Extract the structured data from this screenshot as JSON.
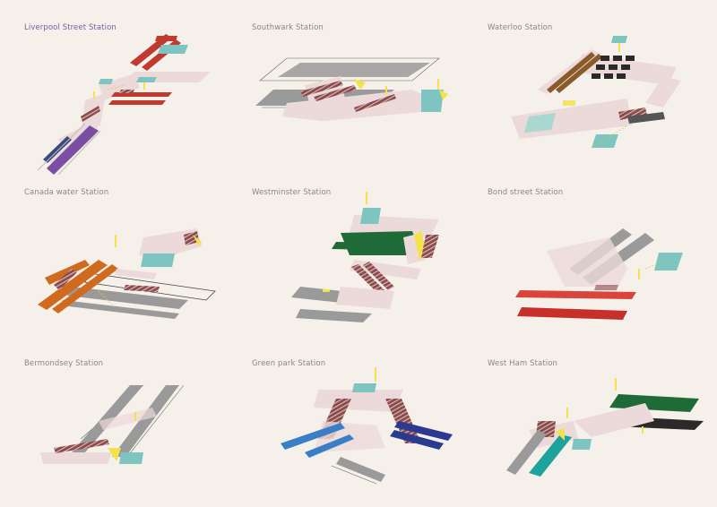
{
  "stations": [
    {
      "id": "liverpool",
      "title": "Liverpool Street Station",
      "active": true
    },
    {
      "id": "southwark",
      "title": "Southwark Station",
      "active": false
    },
    {
      "id": "waterloo",
      "title": "Waterloo Station",
      "active": false
    },
    {
      "id": "canada",
      "title": "Canada water Station",
      "active": false
    },
    {
      "id": "westminster",
      "title": "Westminster Station",
      "active": false
    },
    {
      "id": "bond",
      "title": "Bond street Station",
      "active": false
    },
    {
      "id": "bermondsey",
      "title": "Bermondsey Station",
      "active": false
    },
    {
      "id": "greenpark",
      "title": "Green park Station",
      "active": false
    },
    {
      "id": "westham",
      "title": "West Ham Station",
      "active": false
    }
  ],
  "colors": {
    "background": "#f5f1ea",
    "concourse": "#ecd9d9",
    "escalator": "#8a4a4a",
    "platform_grey": "#9a9a9a",
    "lift_yellow": "#f3e24a",
    "ticket_teal": "#7ec4c0",
    "central_red": "#c03a30",
    "elizabeth_purple": "#7a4fa3",
    "bakerloo_brown": "#8a5a2a",
    "overground_orange": "#d06a1f",
    "district_green": "#1f6b38",
    "piccadilly_blue": "#2a3a90",
    "victoria_blue": "#3a7ec8",
    "dlr_teal": "#1ba39c",
    "jubilee_black": "#2a2a2a"
  }
}
